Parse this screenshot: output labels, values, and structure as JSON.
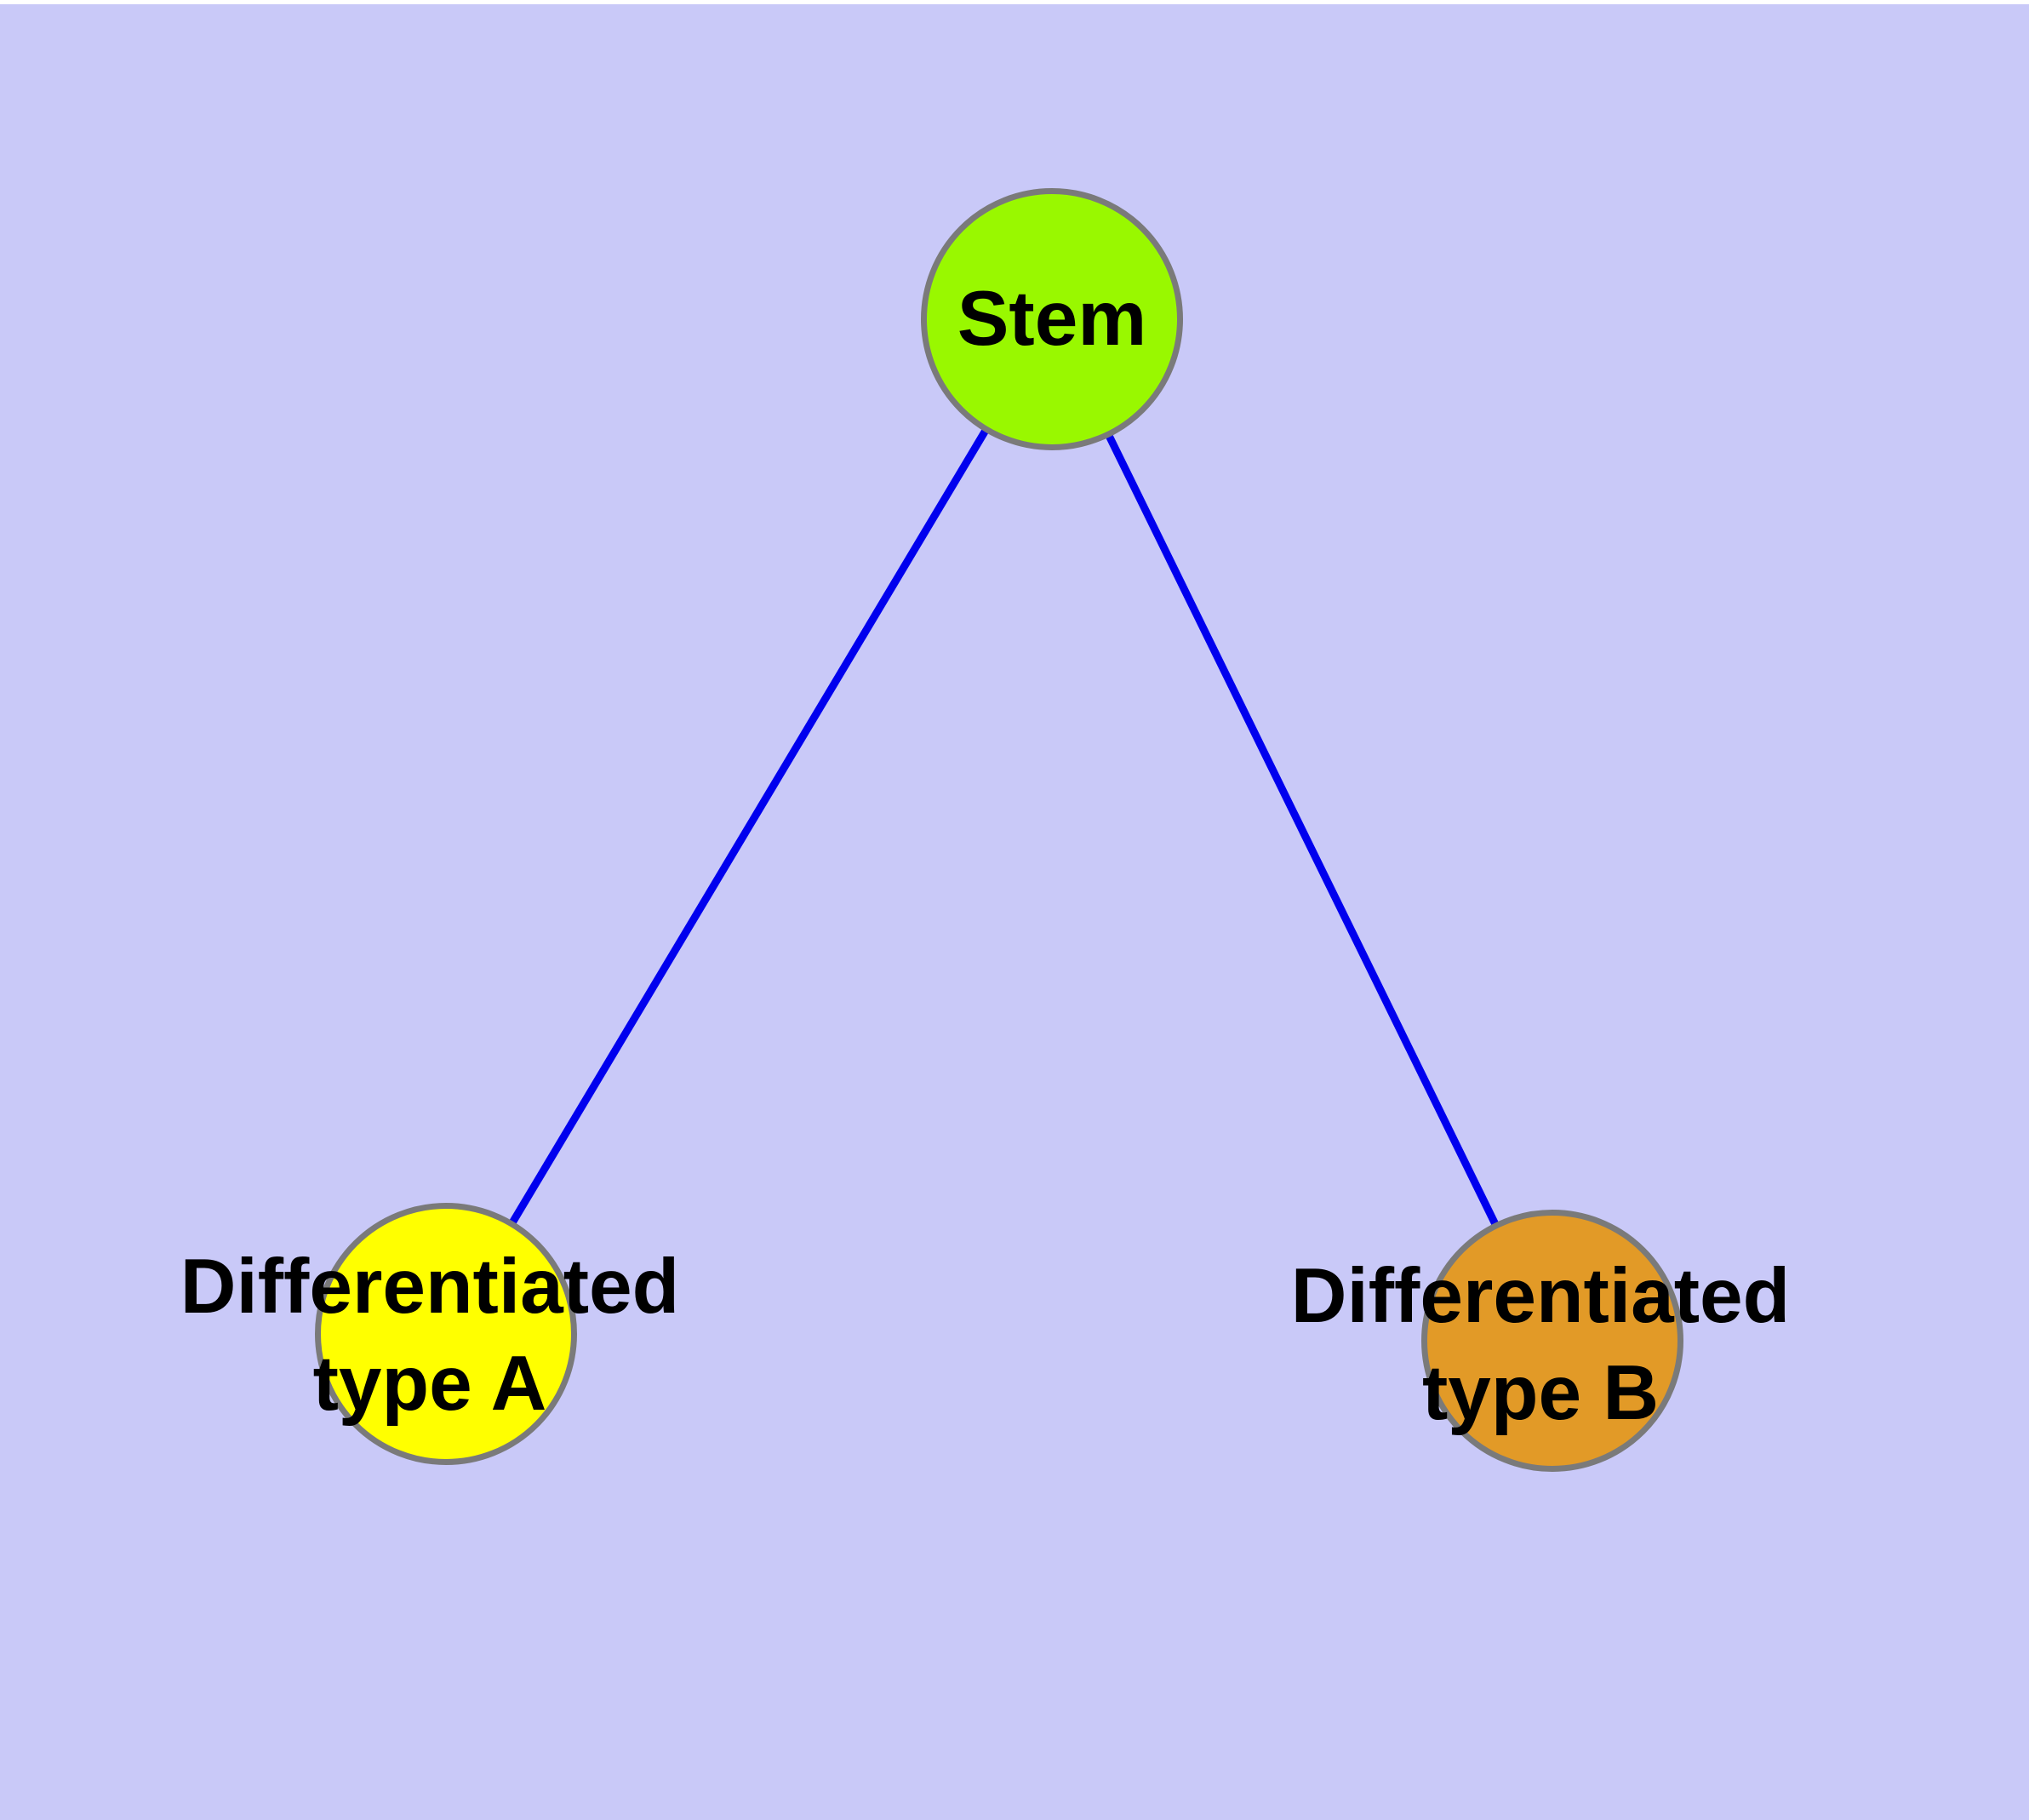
{
  "figure": {
    "background_color": "#c9c9f8",
    "top_border_color": "#ffffff",
    "label_color": "#000000",
    "node_border_color": "#7a7a7a"
  },
  "nodes": {
    "stem": {
      "label": "Stem",
      "fill": "#99f800"
    },
    "type_a": {
      "label_line1": "Differentiated",
      "label_line2": "type A",
      "fill": "#ffff00"
    },
    "type_b": {
      "label_line1": "Differentiated",
      "label_line2": "type B",
      "fill": "#e29a27"
    }
  },
  "edges": {
    "color": "#0000ee",
    "list": [
      {
        "from": "Stem",
        "to": "Differentiated type A"
      },
      {
        "from": "Stem",
        "to": "Differentiated type B"
      }
    ]
  }
}
